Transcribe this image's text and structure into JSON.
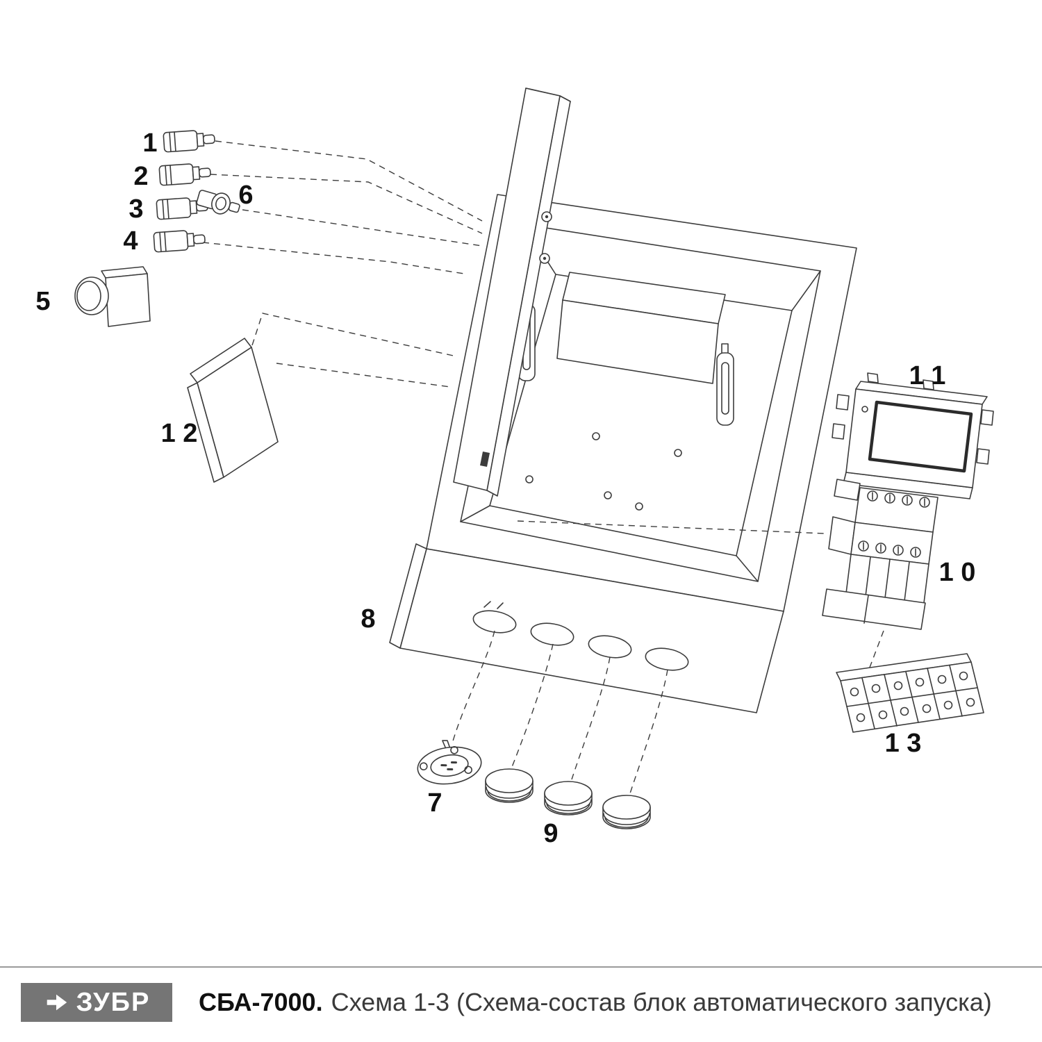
{
  "diagram": {
    "labels": {
      "p1": "1",
      "p2": "2",
      "p3": "3",
      "p4": "4",
      "p5": "5",
      "p6": "6",
      "p7": "7",
      "p8": "8",
      "p9": "9",
      "p10": "1 0",
      "p11": "1 1",
      "p12": "1 2",
      "p13": "1 3"
    }
  },
  "footer": {
    "logo_text": "ЗУБР",
    "model": "СБА-7000.",
    "caption": "Схема 1-3 (Схема-состав блок автоматического запуска)"
  },
  "colors": {
    "line": "#3c3c3c",
    "label": "#111111",
    "logo_bg": "#757575",
    "logo_text": "#ffffff",
    "divider": "#9a9a9a"
  }
}
